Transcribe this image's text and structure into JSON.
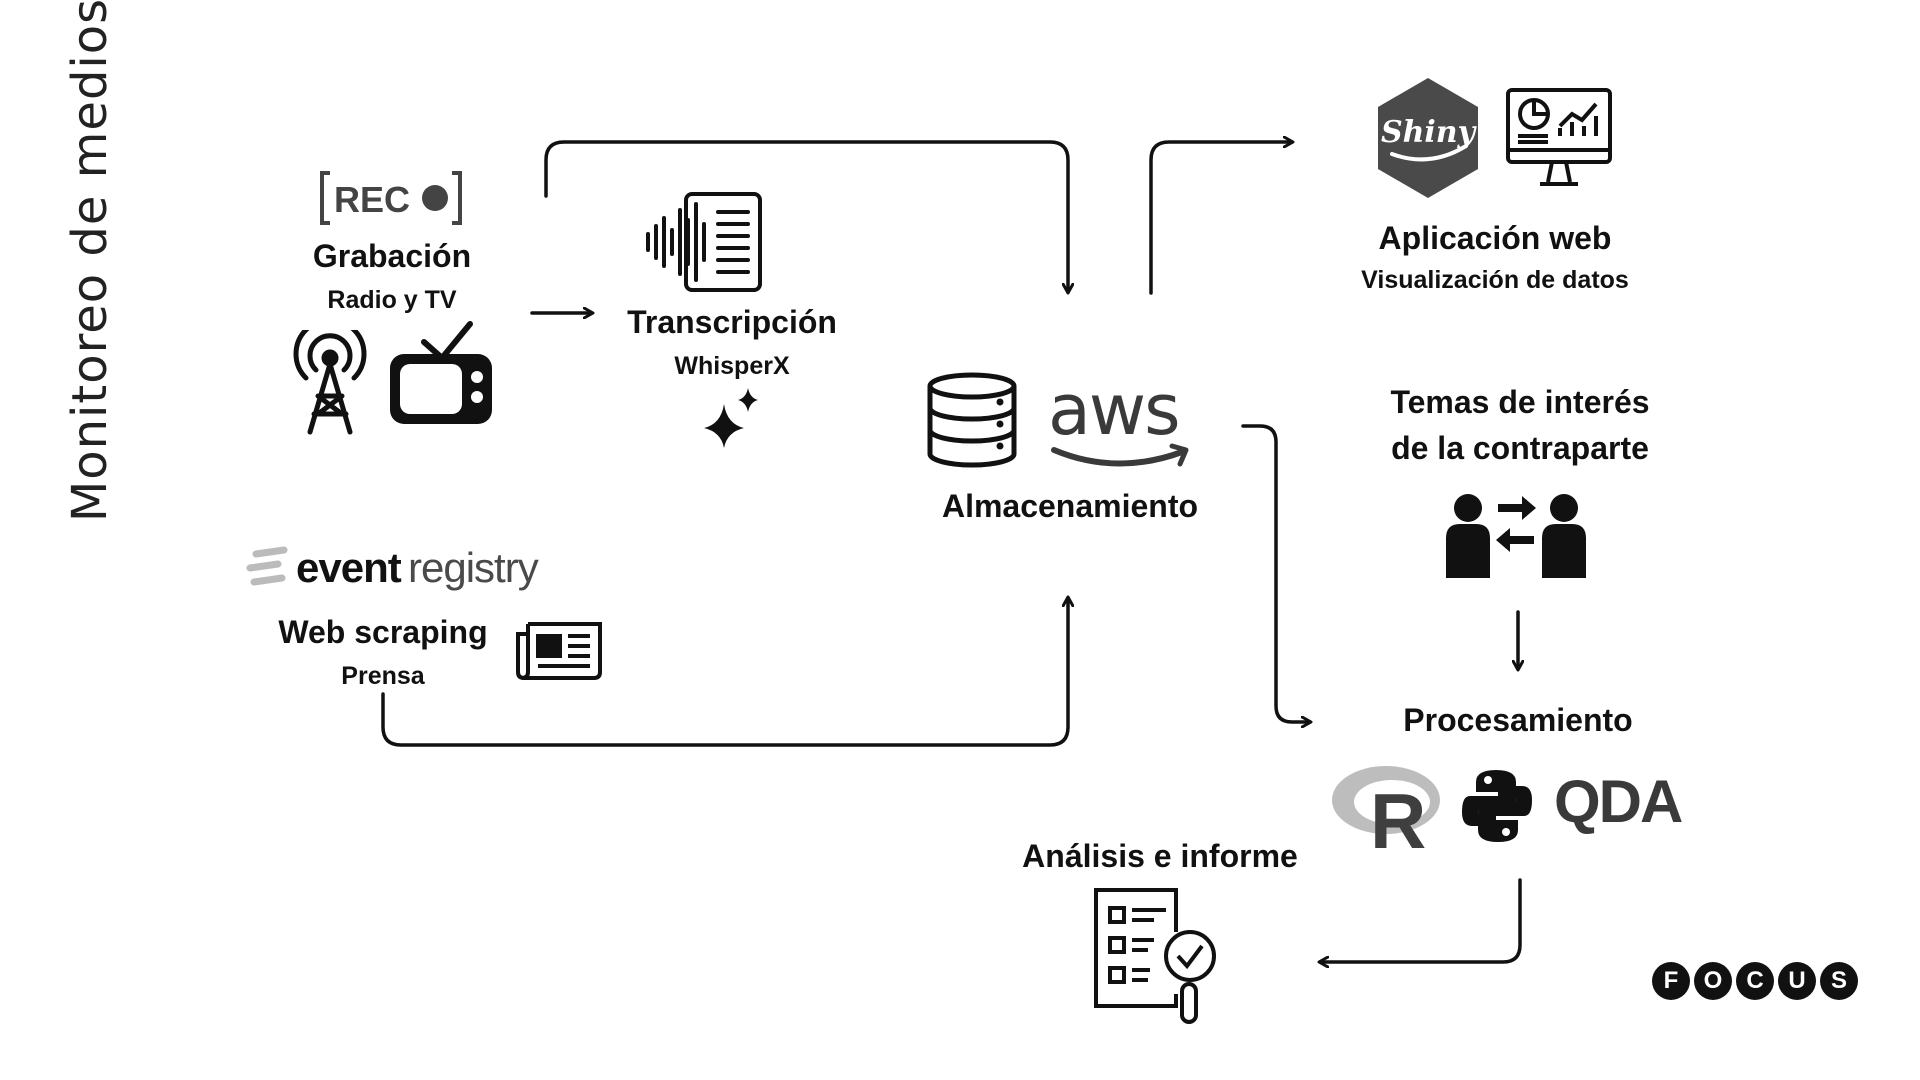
{
  "side_title": "Monitoreo de medios",
  "grabacion": {
    "badge": "REC",
    "title": "Grabación",
    "subtitle": "Radio y TV"
  },
  "transcripcion": {
    "title": "Transcripción",
    "subtitle": "WhisperX"
  },
  "almacenamiento": {
    "title": "Almacenamiento",
    "aws_logo": "aws"
  },
  "eventregistry": {
    "logo_bold": "event",
    "logo_light": "registry"
  },
  "webscraping": {
    "title": "Web scraping",
    "subtitle": "Prensa"
  },
  "aplicacion": {
    "shiny_logo": "Shiny",
    "title": "Aplicación web",
    "subtitle": "Visualización de datos"
  },
  "temas": {
    "line1": "Temas de interés",
    "line2": "de la contraparte"
  },
  "procesamiento": {
    "title": "Procesamiento",
    "r_logo": "R",
    "qda_logo": "QDA"
  },
  "analisis": {
    "title": "Análisis e informe"
  },
  "focus": {
    "letters": [
      "F",
      "O",
      "C",
      "U",
      "S"
    ]
  },
  "icons": [
    "rec-icon",
    "radio-tower-icon",
    "tv-icon",
    "audio-transcript-icon",
    "sparkle-icon",
    "database-icon",
    "aws-logo",
    "newspaper-icon",
    "shiny-logo",
    "dashboard-monitor-icon",
    "people-exchange-icon",
    "r-logo",
    "python-logo",
    "qda-logo",
    "checklist-search-icon",
    "focus-logo"
  ],
  "colors": {
    "ink": "#111111",
    "grey": "#5a5a5a",
    "light_grey": "#bdbdbd",
    "aws": "#3a3a3a"
  }
}
